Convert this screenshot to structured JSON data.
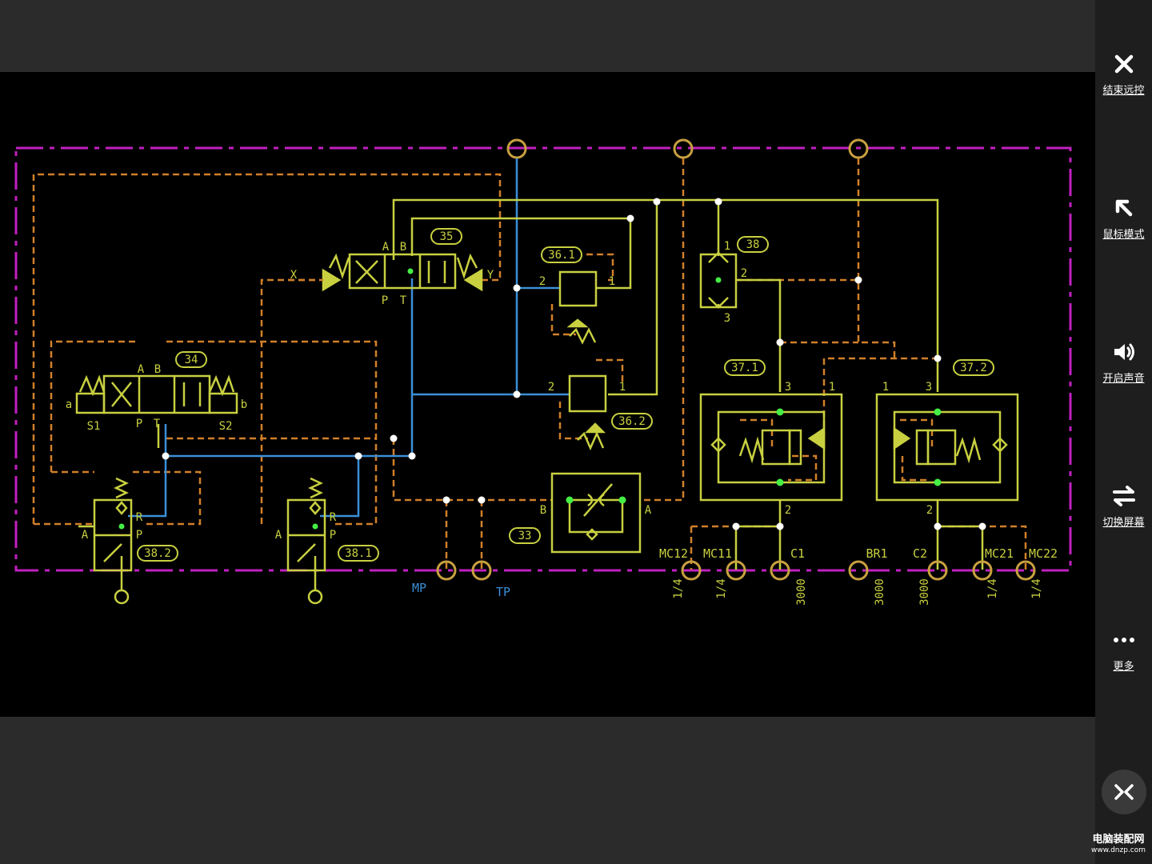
{
  "sidebar": {
    "end_remote": "结束远控",
    "mouse_mode": "鼠标模式",
    "sound_on": "开启声音",
    "switch_screen": "切换屏幕",
    "more": "更多"
  },
  "watermark": {
    "name": "电脑装配网",
    "url": "www.dnzp.com"
  },
  "colors": {
    "boundary": "#c020c0",
    "pressure": "#c8d040",
    "pilot": "#d0802a",
    "tank": "#3a8fd8",
    "node_green": "#44ee44"
  },
  "schematic": {
    "component_tags": {
      "c35": "35",
      "c36_1": "36.1",
      "c36_2": "36.2",
      "c34": "34",
      "c38": "38",
      "c37_1": "37.1",
      "c37_2": "37.2",
      "c33": "33",
      "c38_2": "38.2",
      "c38_1": "38.1"
    },
    "labels": {
      "x": "X",
      "y": "Y",
      "a35": "A",
      "b35": "B",
      "p35": "P",
      "t35": "T",
      "a34": "A",
      "b34": "B",
      "p34": "P",
      "t34": "T",
      "sa": "a",
      "sb": "b",
      "s1": "S1",
      "s2": "S2",
      "p361_2": "2",
      "p361_1": "1",
      "p362_2": "2",
      "p362_1": "1",
      "p38_1": "1",
      "p38_2": "2",
      "p38_3": "3",
      "p371_3": "3",
      "p371_1": "1",
      "p371_2": "2",
      "p372_1": "1",
      "p372_3": "3",
      "p372_2": "2",
      "b33": "B",
      "a33": "A",
      "r382": "R",
      "p382": "P",
      "a382": "A",
      "r381": "R",
      "p381": "P",
      "a381": "A"
    },
    "ports": [
      "MP",
      "TP",
      "MC12",
      "MC11",
      "C1",
      "BR1",
      "C2",
      "MC21",
      "MC22"
    ],
    "port_sizes": [
      "1/4",
      "1/4",
      "3000",
      "3000",
      "3000",
      "1/4",
      "1/4"
    ]
  }
}
